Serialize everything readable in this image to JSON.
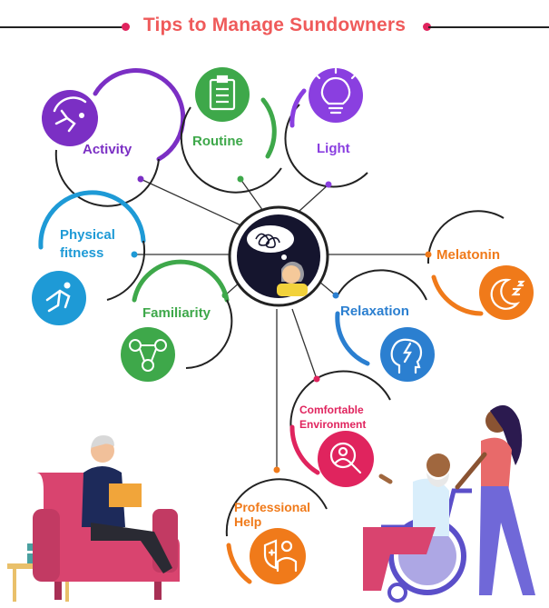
{
  "title": "Tips to Manage Sundowners",
  "colors": {
    "activity": "#7b2fc4",
    "routine": "#3ea84a",
    "light": "#8a3fe0",
    "physical": "#1e9ad6",
    "familiarity": "#3ea84a",
    "melatonin": "#f07a1a",
    "relaxation": "#2b7fd0",
    "comfortable": "#e0245e",
    "professional": "#f07a1a",
    "title": "#ef5a5a"
  },
  "tips": {
    "activity": {
      "label": "Activity",
      "icon": "running-figure-icon"
    },
    "routine": {
      "label": "Routine",
      "icon": "clipboard-icon"
    },
    "light": {
      "label": "Light",
      "icon": "light-bulb-icon"
    },
    "physical": {
      "label1": "Physical",
      "label2": "fitness",
      "icon": "exercise-figure-icon"
    },
    "familiarity": {
      "label": "Familiarity",
      "icon": "network-icon"
    },
    "melatonin": {
      "label": "Melatonin",
      "icon": "moon-sleep-icon"
    },
    "relaxation": {
      "label": "Relaxation",
      "icon": "head-bolt-icon"
    },
    "comfortable": {
      "label1": "Comfortable",
      "label2": "Environment",
      "icon": "search-person-icon"
    },
    "professional": {
      "label1": "Professional",
      "label2": "Help",
      "icon": "shield-doctor-icon"
    }
  }
}
